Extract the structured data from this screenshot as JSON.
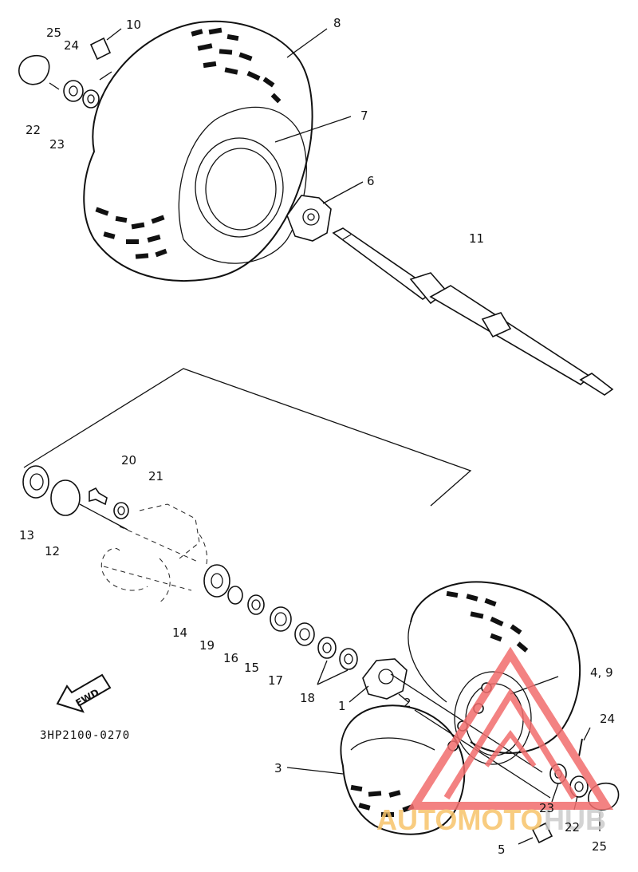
{
  "diagram_code": "3HP2100-0270",
  "fwd_label": "FWD",
  "watermark": {
    "part1": "AUTOMOTO",
    "part2": "HUB",
    "color_main": "#f4a58a",
    "color_accent": "#f7c46a",
    "triangle_color": "#f26d6d"
  },
  "callouts": {
    "c1": "1",
    "c2": "2",
    "c3": "3",
    "c4_9": "4, 9",
    "c5": "5",
    "c6": "6",
    "c7": "7",
    "c8": "8",
    "c10": "10",
    "c11": "11",
    "c12": "12",
    "c13": "13",
    "c14": "14",
    "c15": "15",
    "c16": "16",
    "c17": "17",
    "c18": "18",
    "c19": "19",
    "c20": "20",
    "c21": "21",
    "c22_top": "22",
    "c23_top": "23",
    "c24_top": "24",
    "c25_top": "25",
    "c22_bot": "22",
    "c23_bot": "23",
    "c24_bot": "24",
    "c25_bot": "25"
  }
}
